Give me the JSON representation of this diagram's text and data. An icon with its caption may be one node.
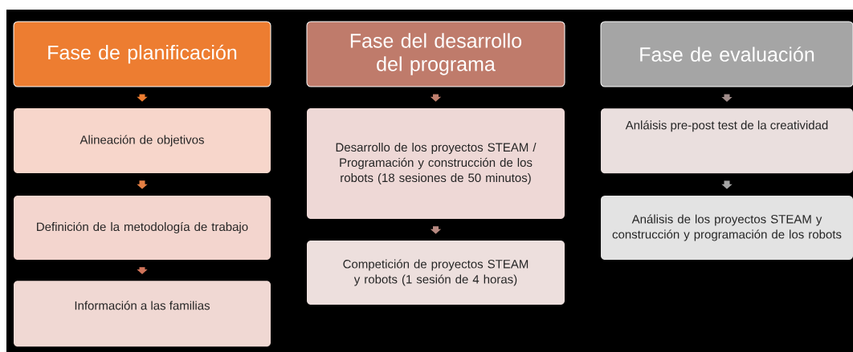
{
  "diagram": {
    "nodes": [
      {
        "text": [
          "Fase de planificación"
        ]
      },
      {
        "text": [
          "Alineación de objetivos"
        ]
      },
      {
        "text": [
          "Definición de la metodología de trabajo"
        ]
      },
      {
        "text": [
          "Información a las familias"
        ]
      },
      {
        "text": [
          "Fase del desarrollo del programa"
        ]
      },
      {
        "text": [
          "Desarrollo de los proyectos STEAM / Programación y construcción de los robots (18 sesiones de 50 minutos)"
        ]
      },
      {
        "text": [
          "Competición de proyectos STEAM y robots (1 sesión de 4 horas)"
        ]
      },
      {
        "text": [
          "Fase de evaluación"
        ]
      },
      {
        "text": [
          "Anláisis pre-post test de la creatividad"
        ]
      },
      {
        "text": [
          "Análisis de los proyectos STEAM y construcción y programación de los robots"
        ]
      }
    ],
    "edges": [
      {
        "from": 0,
        "to": 1,
        "arrow": "to",
        "color": "#ed7d31"
      },
      {
        "from": 1,
        "to": 2,
        "arrow": "to",
        "color": "#e58045"
      },
      {
        "from": 2,
        "to": 3,
        "arrow": "to",
        "color": "#d0745a"
      },
      {
        "from": 4,
        "to": 5,
        "arrow": "to",
        "color": "#c0806f"
      },
      {
        "from": 5,
        "to": 6,
        "arrow": "to",
        "color": "#b88a82"
      },
      {
        "from": 7,
        "to": 8,
        "arrow": "to",
        "color": "#a08c8a"
      },
      {
        "from": 8,
        "to": 9,
        "arrow": "to",
        "color": "#a5a5a5"
      }
    ]
  }
}
